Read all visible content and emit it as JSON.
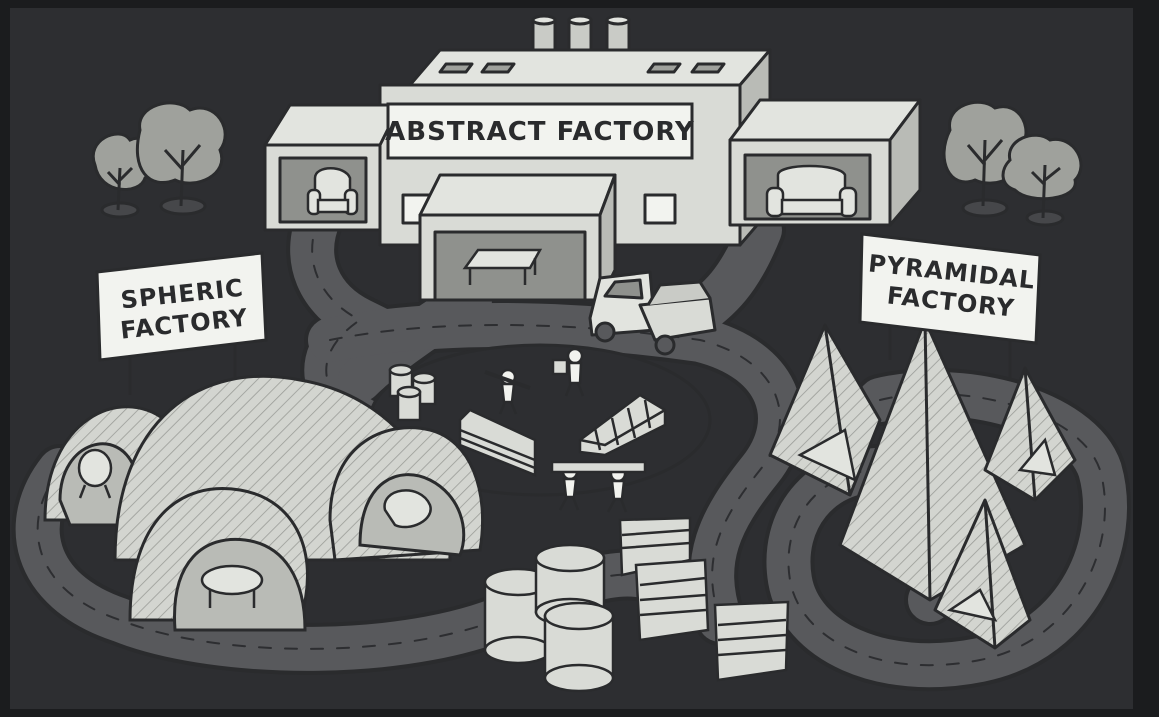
{
  "signs": {
    "abstract": "ABSTRACT FACTORY",
    "spheric_line1": "SPHERIC",
    "spheric_line2": "FACTORY",
    "pyramidal_line1": "PYRAMIDAL",
    "pyramidal_line2": "FACTORY"
  },
  "colors": {
    "background": "#2d2e31",
    "frame": "#1b1c1e",
    "road": "#58595c",
    "outline": "#2a2b2d",
    "light": "#d9dbd6",
    "mid": "#b9bbb6",
    "shadow": "#8f918d"
  }
}
